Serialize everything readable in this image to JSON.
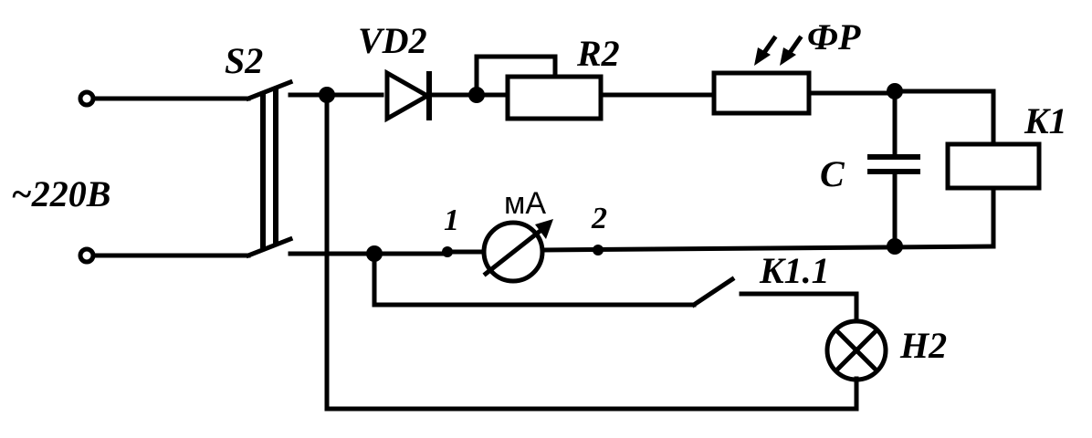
{
  "labels": {
    "source": "~220B",
    "switch_main": "S2",
    "diode": "VD2",
    "resistor": "R2",
    "photoresistor": "ФР",
    "capacitor": "C",
    "relay": "K1",
    "relay_contact": "K1.1",
    "lamp": "H2",
    "meter": "мА",
    "node1": "1",
    "node2": "2"
  }
}
